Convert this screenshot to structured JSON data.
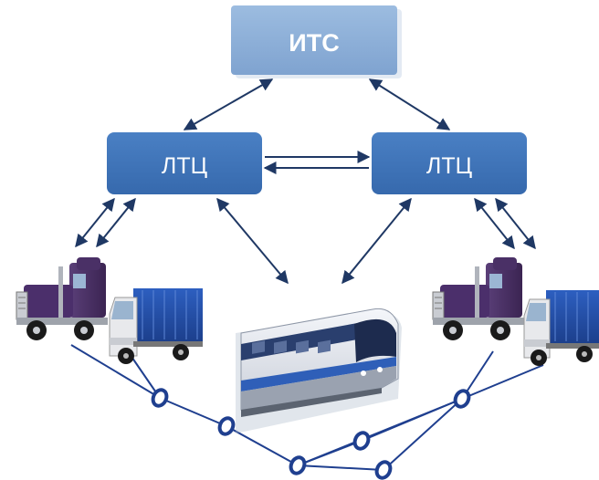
{
  "nodes": {
    "top": {
      "label": "ИТС"
    },
    "left": {
      "label": "ЛТЦ"
    },
    "right": {
      "label": "ЛТЦ"
    }
  },
  "icons": {
    "left_truck": "semi-truck-icon",
    "left_van": "cargo-truck-icon",
    "train": "train-icon",
    "right_truck": "semi-truck-icon",
    "right_van": "cargo-truck-icon"
  },
  "colors": {
    "top_box": "#8aaed8",
    "ltc_box": "#3f74b8",
    "arrow": "#1f3864",
    "network": "#1f3f8f"
  }
}
